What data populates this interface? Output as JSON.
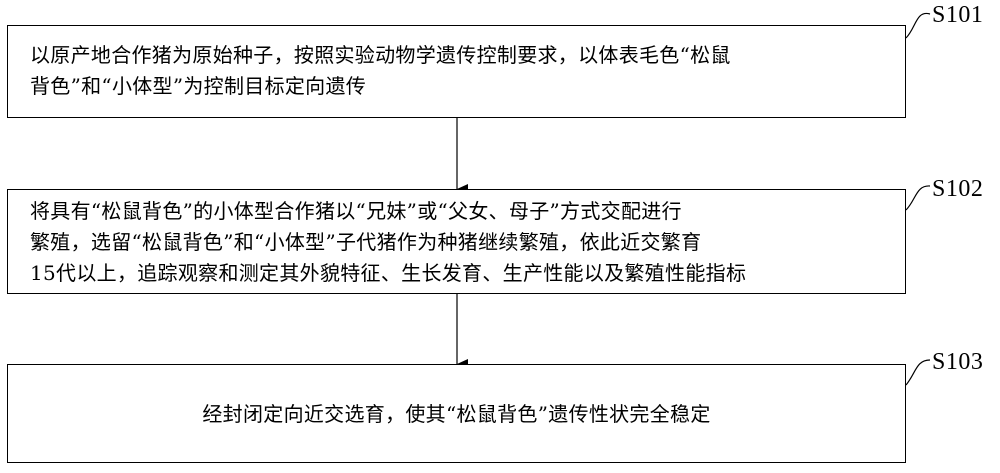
{
  "steps": [
    {
      "label": "S101",
      "lines": [
        "以原产地合作猪为原始种子，按照实验动物学遗传控制要求，以体表毛色“松鼠",
        "背色”和“小体型”为控制目标定向遗传"
      ]
    },
    {
      "label": "S102",
      "lines": [
        "将具有“松鼠背色”的小体型合作猪以“兄妹”或“父女、母子”方式交配进行",
        "繁殖，选留“松鼠背色”和“小体型”子代猪作为种猪继续繁殖，依此近交繁育",
        "15代以上，追踪观察和测定其外貌特征、生长发育、生产性能以及繁殖性能指标"
      ]
    },
    {
      "label": "S103",
      "lines": [
        "经封闭定向近交选育，使其“松鼠背色”遗传性状完全稳定"
      ]
    }
  ]
}
